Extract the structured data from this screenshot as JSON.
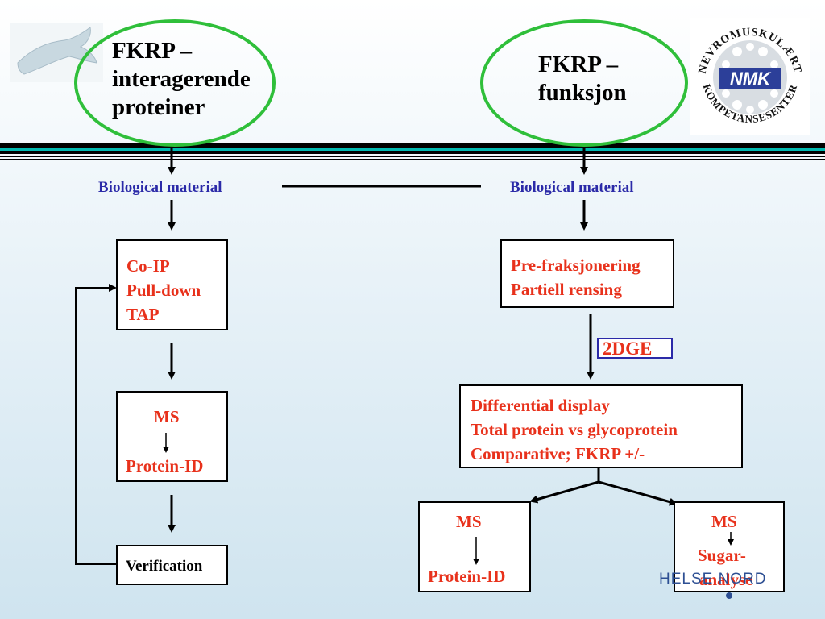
{
  "left_oval": {
    "line1": "FKRP –",
    "line2": "interagerende",
    "line3": "proteiner"
  },
  "right_oval": {
    "line1": "FKRP –",
    "line2": "funksjon"
  },
  "left_bio": "Biological material",
  "right_bio": "Biological material",
  "left_box1": {
    "line1": "Co-IP",
    "line2": "Pull-down",
    "line3": "TAP"
  },
  "left_box2": {
    "line1": "MS",
    "line2": "Protein-ID"
  },
  "left_box3": {
    "label": "Verification"
  },
  "right_box1": {
    "line1": "Pre-fraksjonering",
    "line2": "Partiell rensing"
  },
  "tag_2dge": "2DGE",
  "right_box2": {
    "line1": "Differential display",
    "line2": "Total protein vs glycoprotein",
    "line3": "Comparative; FKRP +/-"
  },
  "right_box3": {
    "line1": "MS",
    "line2": "Protein-ID"
  },
  "right_box4": {
    "line1": "MS",
    "line2": "Sugar-",
    "line3": "analyse"
  },
  "logo_nmk": {
    "text_top": "NEVROMUSKULÆRT",
    "text_bottom": "KOMPETANSESENTER",
    "center": "NMK"
  },
  "footer_brand": "HELSE NORD",
  "colors": {
    "oval": "#2fbf3a",
    "red_text": "#e8311b",
    "blue_text": "#2b2aa8",
    "teal_band": "#00b8b0"
  }
}
